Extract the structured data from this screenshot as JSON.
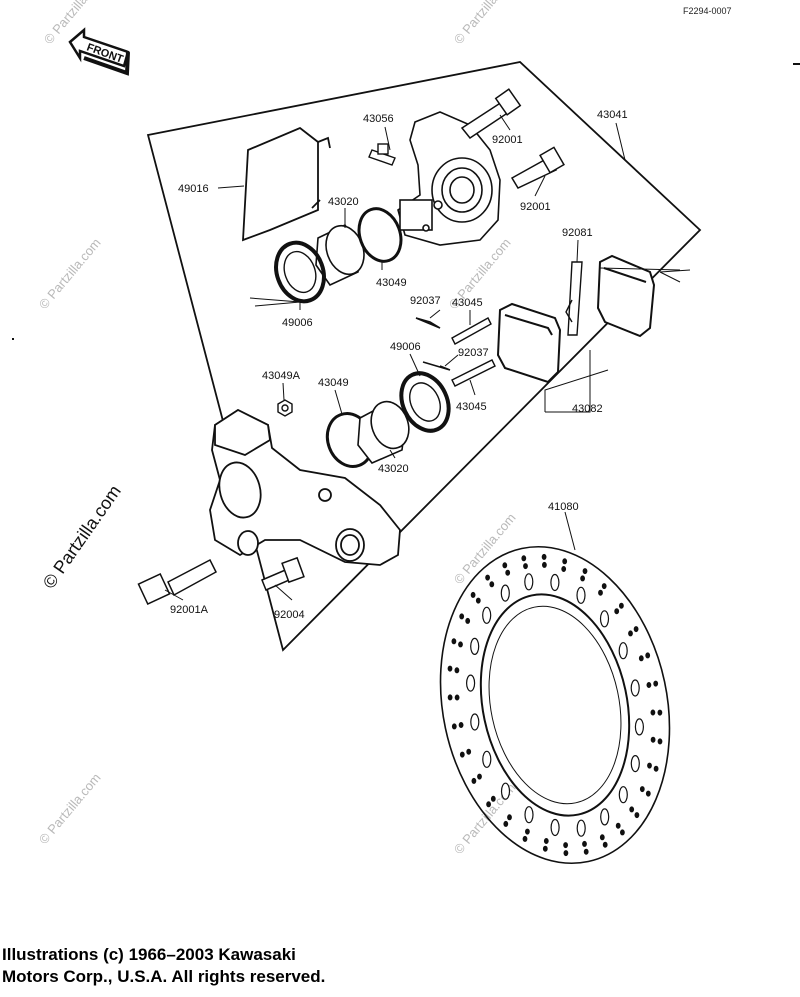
{
  "diagram": {
    "reference_code": "F2294-0007",
    "front_label": "FRONT",
    "watermark_text": "© Partzilla.com",
    "copyright_line1": "Illustrations (c) 1966–2003 Kawasaki",
    "copyright_line2": "Motors Corp., U.S.A.  All rights reserved.",
    "parts": {
      "p43041": "43041",
      "p92001_a": "92001",
      "p92001_b": "92001",
      "p43056": "43056",
      "p49016": "49016",
      "p43020_top": "43020",
      "p43049_top": "43049",
      "p49006_top": "49006",
      "p92081": "92081",
      "p92037_top": "92037",
      "p43045_top": "43045",
      "p49006_mid": "49006",
      "p92037_mid": "92037",
      "p43049A": "43049A",
      "p43049_mid": "43049",
      "p43045_mid": "43045",
      "p43082": "43082",
      "p43020_mid": "43020",
      "p41080": "41080",
      "p92001A": "92001A",
      "p92004": "92004"
    }
  }
}
